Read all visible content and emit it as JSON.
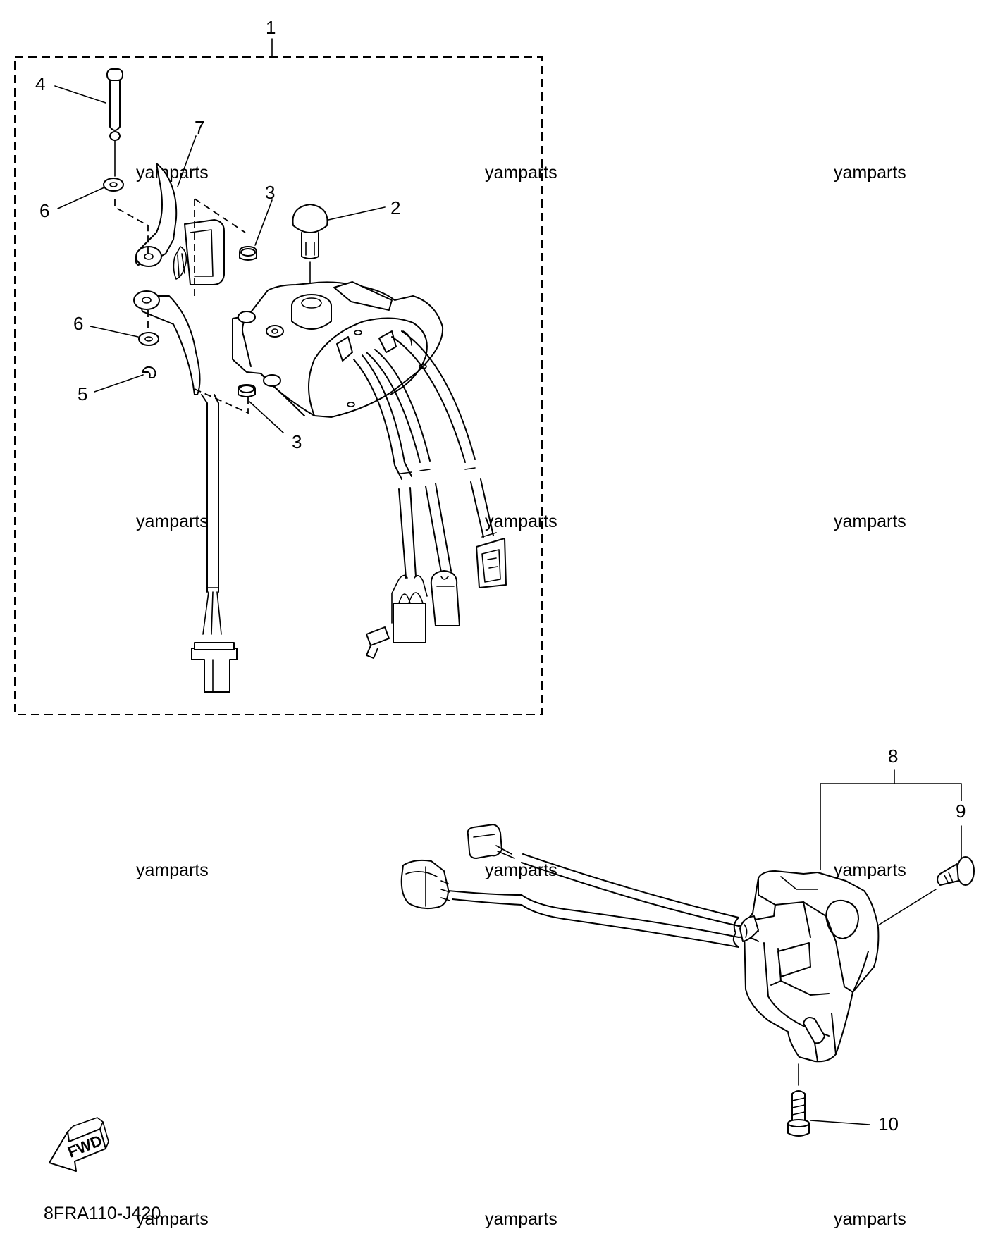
{
  "diagram_code": "8FRA110-J420",
  "fwd_label": "FWD",
  "watermark": "yamparts",
  "callouts": {
    "c1": "1",
    "c2": "2",
    "c3a": "3",
    "c3b": "3",
    "c4": "4",
    "c5": "5",
    "c6a": "6",
    "c6b": "6",
    "c7": "7",
    "c8": "8",
    "c9": "9",
    "c10": "10"
  }
}
